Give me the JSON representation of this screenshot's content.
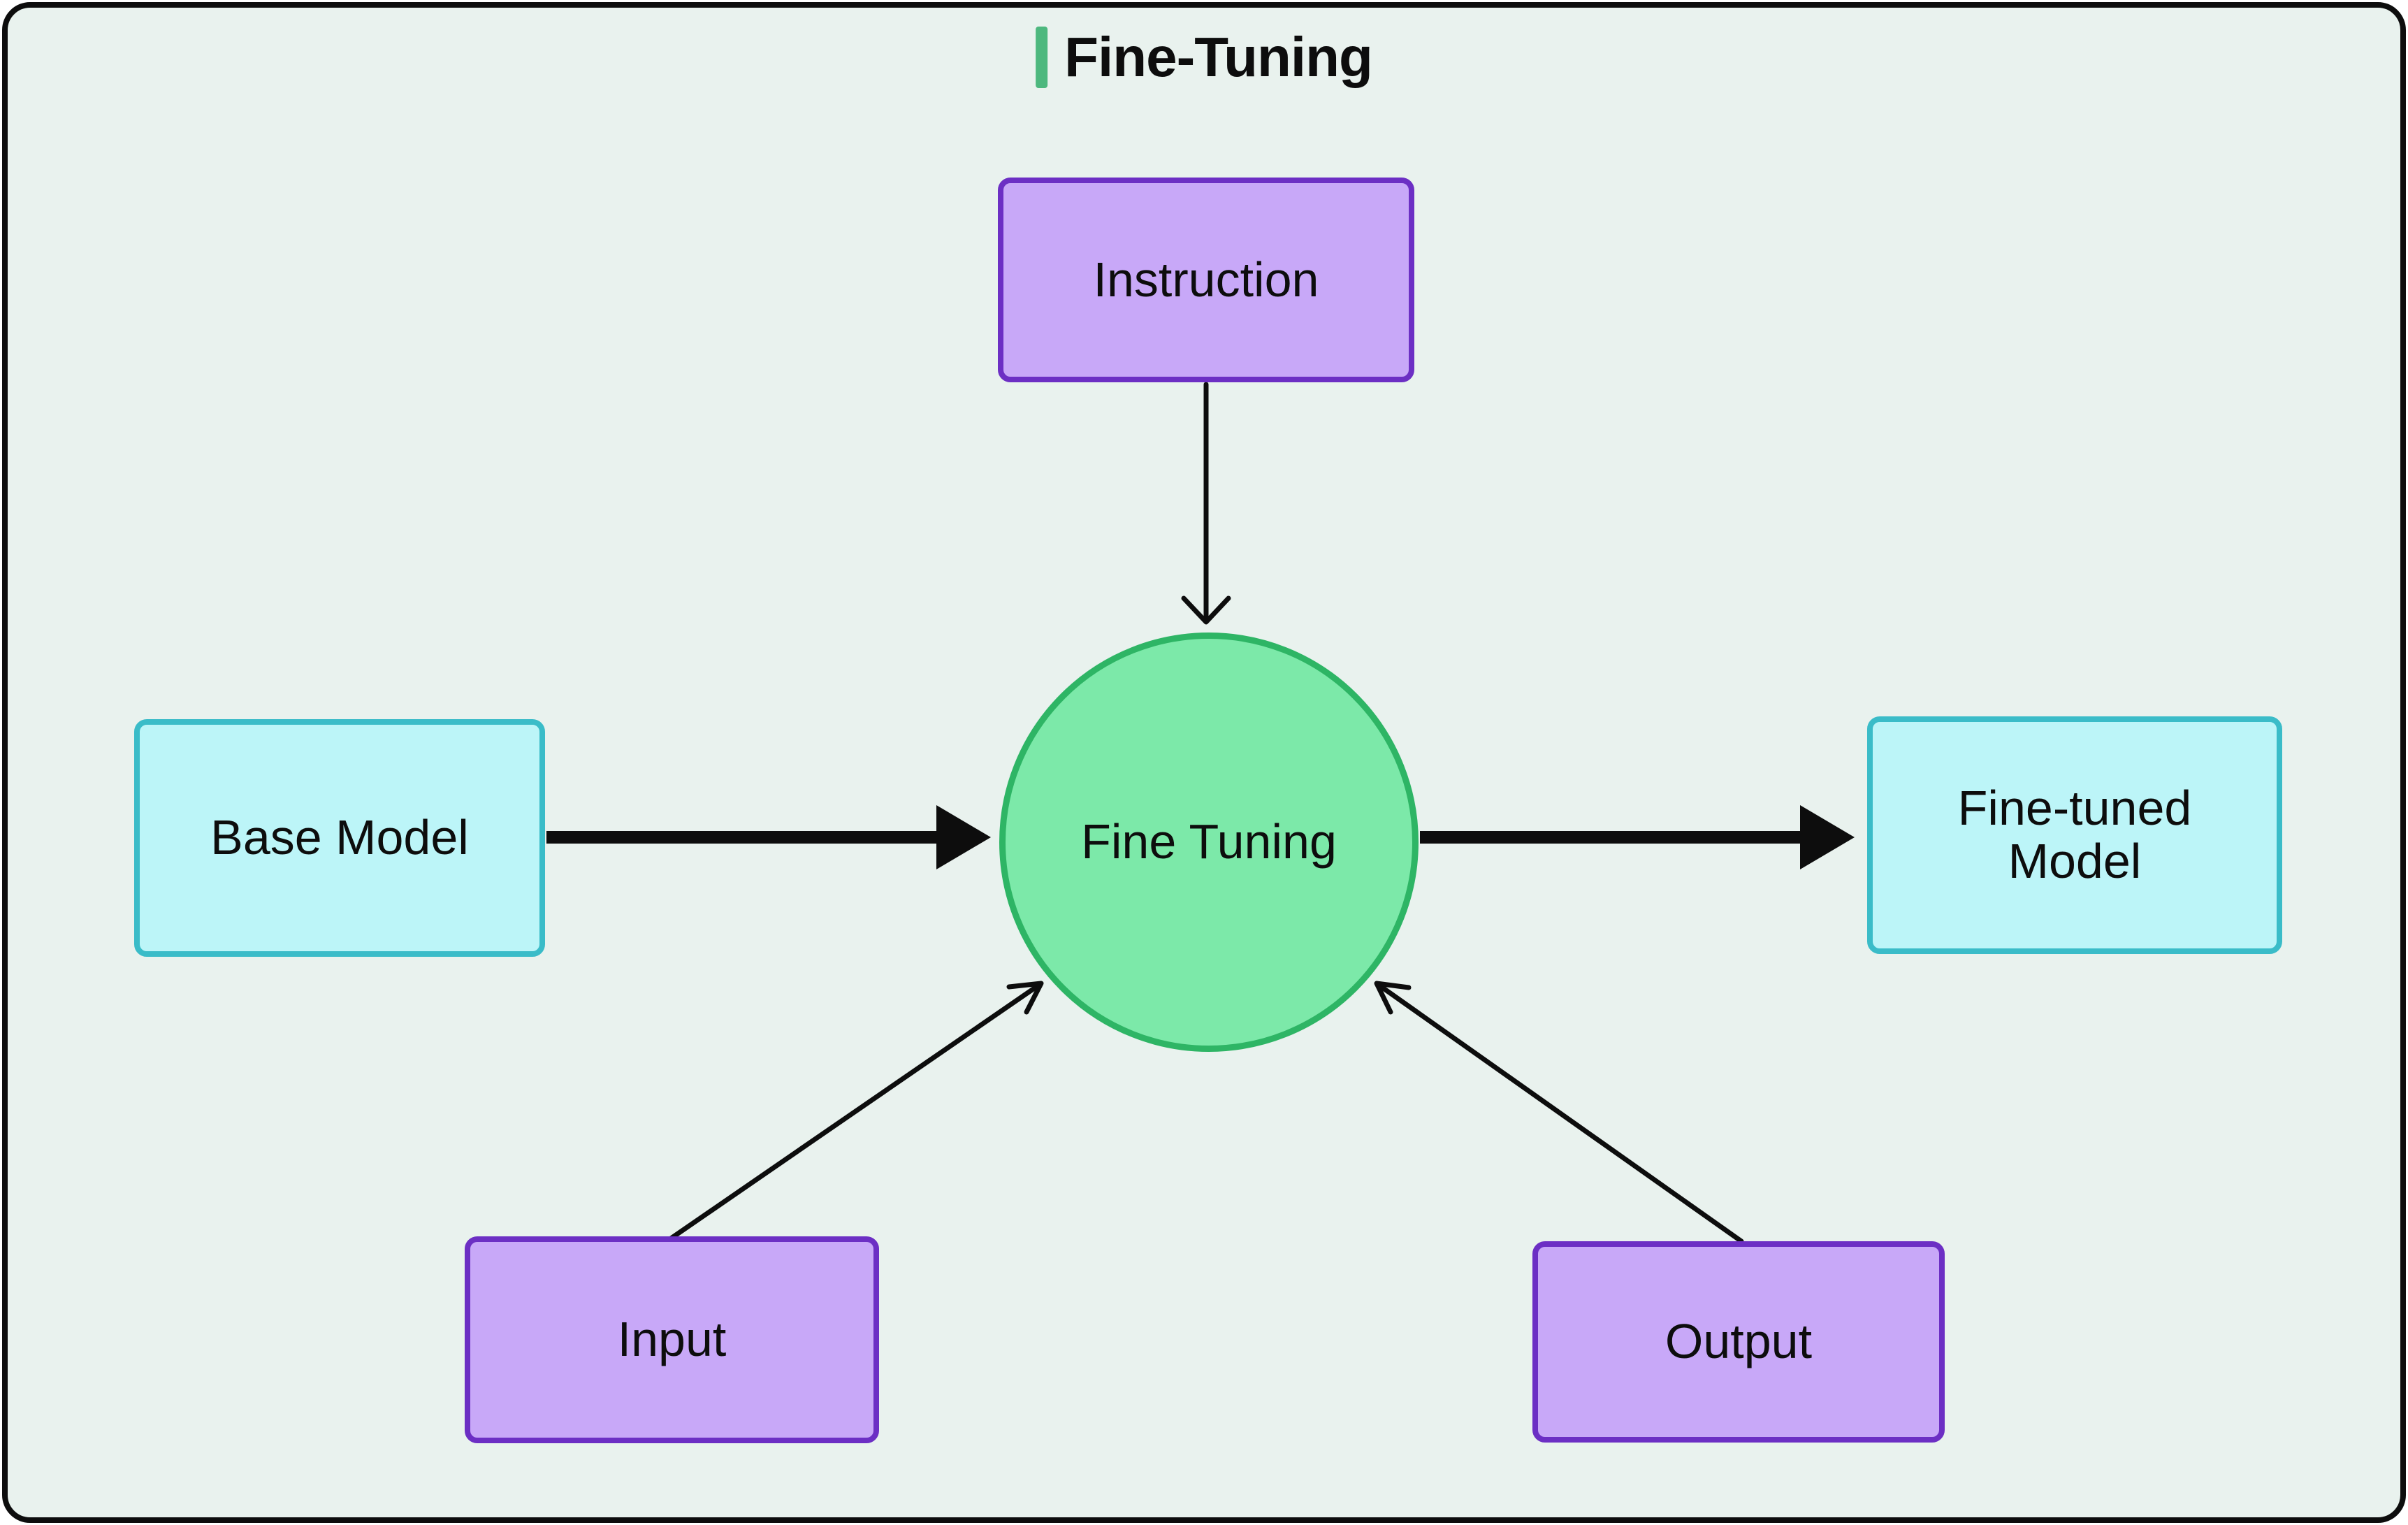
{
  "title": {
    "text": "Fine-Tuning"
  },
  "colors": {
    "page-bg": "#ffffff",
    "canvas-bg": "#e9f2ee",
    "ink": "#0d0d0d",
    "title-accent": "#4db87e",
    "purple-fill": "#c8a8f8",
    "purple-stroke": "#6c2fc4",
    "cyan-fill": "#bcf5f8",
    "cyan-stroke": "#3abcc8",
    "green-fill": "#7ce9a9",
    "green-stroke": "#2eb565"
  },
  "diagram": {
    "nodes": [
      {
        "id": "instruction",
        "label": "Instruction",
        "shape": "rectangle",
        "color": "purple"
      },
      {
        "id": "base-model",
        "label": "Base Model",
        "shape": "rectangle",
        "color": "cyan"
      },
      {
        "id": "fine-tuning",
        "label": "Fine Tuning",
        "shape": "circle",
        "color": "green"
      },
      {
        "id": "fine-tuned-model",
        "label": "Fine-tuned Model",
        "shape": "rectangle",
        "color": "cyan"
      },
      {
        "id": "input",
        "label": "Input",
        "shape": "rectangle",
        "color": "purple"
      },
      {
        "id": "output",
        "label": "Output",
        "shape": "rectangle",
        "color": "purple"
      }
    ],
    "edges": [
      {
        "from": "base-model",
        "to": "fine-tuning",
        "line": "thick",
        "head": "filled-triangle"
      },
      {
        "from": "fine-tuning",
        "to": "fine-tuned-model",
        "line": "thick",
        "head": "filled-triangle"
      },
      {
        "from": "instruction",
        "to": "fine-tuning",
        "line": "thin",
        "head": "open-chevron"
      },
      {
        "from": "input",
        "to": "fine-tuning",
        "line": "thin",
        "head": "open-chevron"
      },
      {
        "from": "output",
        "to": "fine-tuning",
        "line": "thin",
        "head": "open-chevron"
      }
    ]
  }
}
